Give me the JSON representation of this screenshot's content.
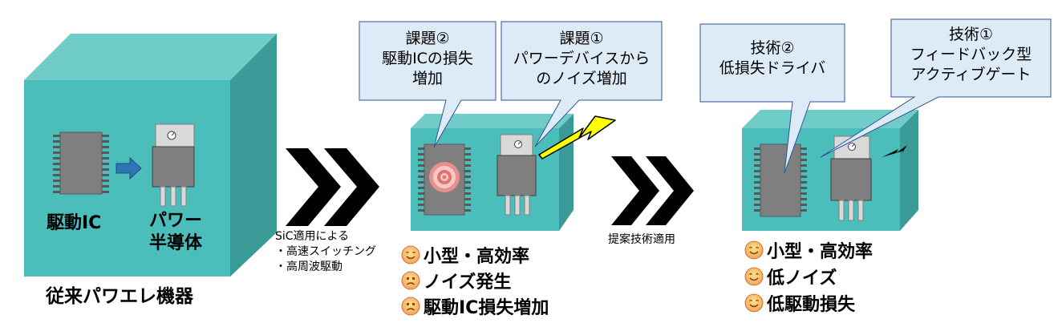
{
  "panel1": {
    "driver_label": "駆動IC",
    "power_label_line1": "パワー",
    "power_label_line2": "半導体",
    "caption": "従来パワエレ機器"
  },
  "arrow1_notes": [
    "SiC適用による",
    "・高速スイッチング",
    "・高周波駆動"
  ],
  "panel2": {
    "callout_left": [
      "課題②",
      "駆動ICの損失",
      "増加"
    ],
    "callout_right": [
      "課題①",
      "パワーデバイスから",
      "のノイズ増加"
    ],
    "results": [
      {
        "face": "happy-face-icon",
        "text": "小型・高効率"
      },
      {
        "face": "sad-face-icon",
        "text": "ノイズ発生"
      },
      {
        "face": "sad-face-icon",
        "text": "駆動IC損失増加"
      }
    ]
  },
  "arrow2_note": "提案技術適用",
  "panel3": {
    "callout_left": [
      "技術②",
      "低損失ドライバ"
    ],
    "callout_right": [
      "技術①",
      "フィードバック型",
      "アクティブゲート"
    ],
    "results": [
      {
        "face": "happy-face-icon",
        "text": "小型・高効率"
      },
      {
        "face": "happy-face-icon",
        "text": "低ノイズ"
      },
      {
        "face": "happy-face-icon",
        "text": "低駆動損失"
      }
    ]
  },
  "colors": {
    "box_front": "#4BBDBB",
    "box_top": "#6FCCC9",
    "box_side": "#3A9A97",
    "callout_fill": "#DDEBF7",
    "callout_stroke": "#2F5496",
    "bolt": "#FFFF00",
    "arrow": "#000000",
    "smiley": "#F4B183"
  }
}
